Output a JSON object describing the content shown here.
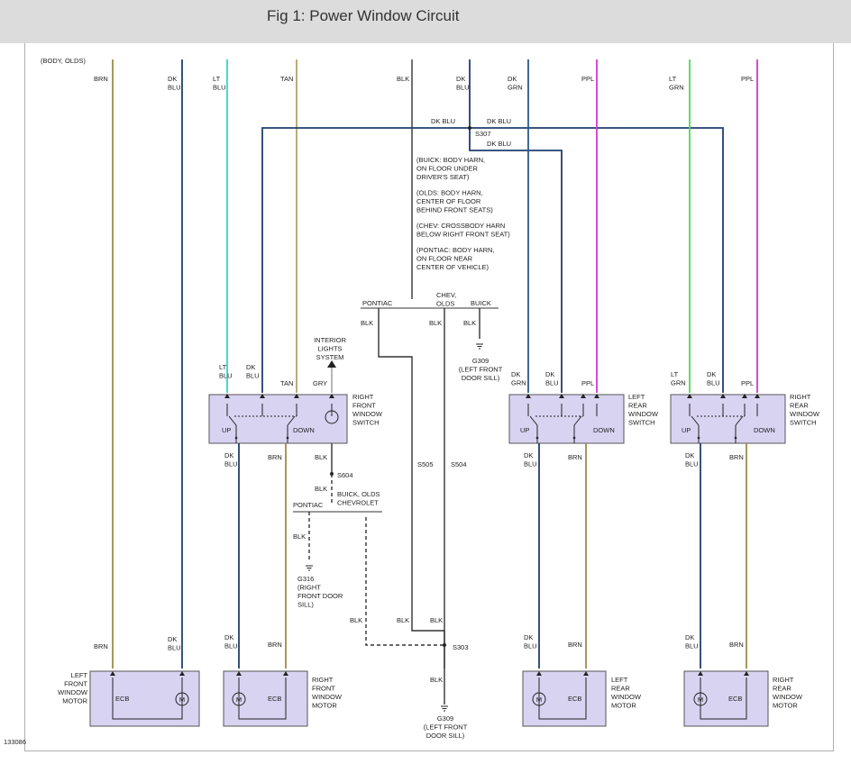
{
  "header": {
    "title": "Fig 1: Power Window Circuit"
  },
  "figure_id": "133086",
  "colors": {
    "BRN": "#9e8a4a",
    "DKBLU": "#1f3f6e",
    "LTBLU": "#2fd6cf",
    "TAN": "#b0a66a",
    "BLK": "#333333",
    "DKGRN": "#2a5a8a",
    "PPL": "#d636d0",
    "LTGRN": "#4fd84f",
    "GRY": "#999999",
    "box": "#d9d3f2",
    "boxStroke": "#555555"
  },
  "wire_labels": {
    "brn": "BRN",
    "dk": "DK",
    "blu": "BLU",
    "lt": "LT",
    "tan": "TAN",
    "blk": "BLK",
    "grn": "GRN",
    "ppl": "PPL",
    "gry": "GRY",
    "dkblu": "DK BLU"
  },
  "top_partial": "(BODY, OLDS)",
  "splices": {
    "s307": "S307",
    "s604": "S604",
    "s505": "S505",
    "s504": "S504",
    "s303": "S303"
  },
  "s307_notes": [
    [
      "(BUICK: BODY HARN,",
      "ON FLOOR UNDER",
      "DRIVER'S SEAT)"
    ],
    [
      "(OLDS: BODY HARN,",
      "CENTER OF FLOOR",
      "BEHIND FRONT SEATS)"
    ],
    [
      "(CHEV: CROSSBODY HARN",
      "BELOW RIGHT FRONT SEAT)"
    ],
    [
      "(PONTIAC: BODY HARN,",
      "ON FLOOR NEAR",
      "CENTER OF VEHICLE)"
    ]
  ],
  "branch": {
    "pontiac": "PONTIAC",
    "chev": "CHEV,",
    "olds": "OLDS",
    "buick": "BUICK",
    "buick_olds": "BUICK, OLDS",
    "chevrolet": "CHEVROLET"
  },
  "grounds": {
    "g309_top": [
      "G309",
      "(LEFT FRONT",
      "DOOR SILL)"
    ],
    "g316": [
      "G316",
      "(RIGHT",
      "FRONT DOOR",
      "SILL)"
    ],
    "g309_bottom": [
      "G309",
      "(LEFT FRONT",
      "DOOR SILL)"
    ]
  },
  "interior": [
    "INTERIOR",
    "LIGHTS",
    "SYSTEM"
  ],
  "switches": {
    "rf": [
      "RIGHT",
      "FRONT",
      "WINDOW",
      "SWITCH"
    ],
    "lr": [
      "LEFT",
      "REAR",
      "WINDOW",
      "SWITCH"
    ],
    "rr": [
      "RIGHT",
      "REAR",
      "WINDOW",
      "SWITCH"
    ],
    "up": "UP",
    "down": "DOWN"
  },
  "motors": {
    "lf": [
      "LEFT",
      "FRONT",
      "WINDOW",
      "MOTOR"
    ],
    "rf": [
      "RIGHT",
      "FRONT",
      "WINDOW",
      "MOTOR"
    ],
    "lr": [
      "LEFT",
      "REAR",
      "WINDOW",
      "MOTOR"
    ],
    "rr": [
      "RIGHT",
      "REAR",
      "WINDOW",
      "MOTOR"
    ],
    "ecb": "ECB",
    "m": "M"
  }
}
